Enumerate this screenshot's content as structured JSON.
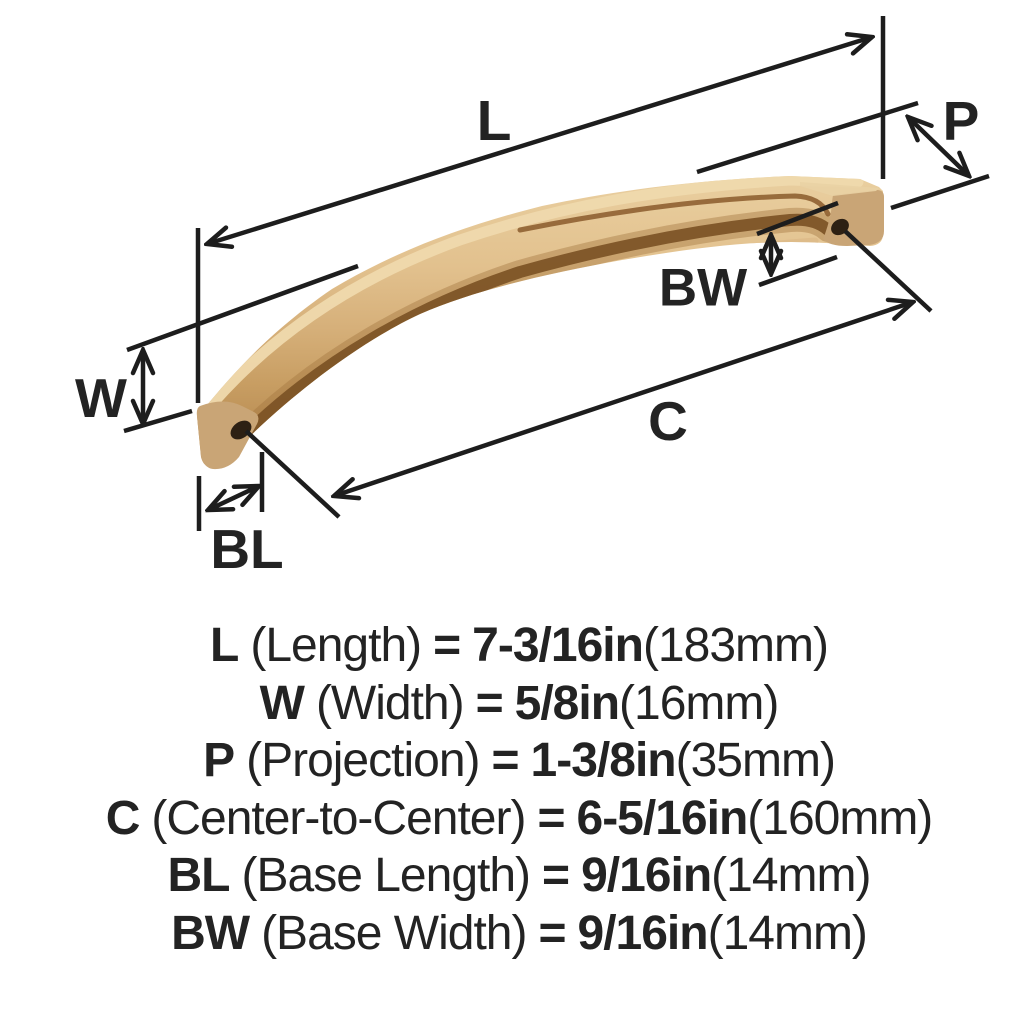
{
  "diagram": {
    "labels": {
      "length": "L",
      "width": "W",
      "projection": "P",
      "center_to_center": "C",
      "base_length": "BL",
      "base_width": "BW"
    }
  },
  "specs": {
    "equals": "=",
    "rows": [
      {
        "code": "L",
        "name": "(Length)",
        "value": "7-3/16in",
        "metric": "(183mm)"
      },
      {
        "code": "W",
        "name": "(Width)",
        "value": "5/8in",
        "metric": "(16mm)"
      },
      {
        "code": "P",
        "name": "(Projection)",
        "value": "1-3/8in",
        "metric": "(35mm)"
      },
      {
        "code": "C",
        "name": "(Center-to-Center)",
        "value": "6-5/16in",
        "metric": "(160mm)"
      },
      {
        "code": "BL",
        "name": "(Base Length)",
        "value": "9/16in",
        "metric": "(14mm)"
      },
      {
        "code": "BW",
        "name": "(Base Width)",
        "value": "9/16in",
        "metric": "(14mm)"
      }
    ]
  },
  "colors": {
    "background": "#ffffff",
    "line": "#1d1d1d",
    "text": "#232323",
    "brass_light": "#ead0a1",
    "brass_mid": "#d6b07a",
    "brass_dark": "#7a5124",
    "cap": "#c9a576",
    "hole": "#2d2013"
  }
}
